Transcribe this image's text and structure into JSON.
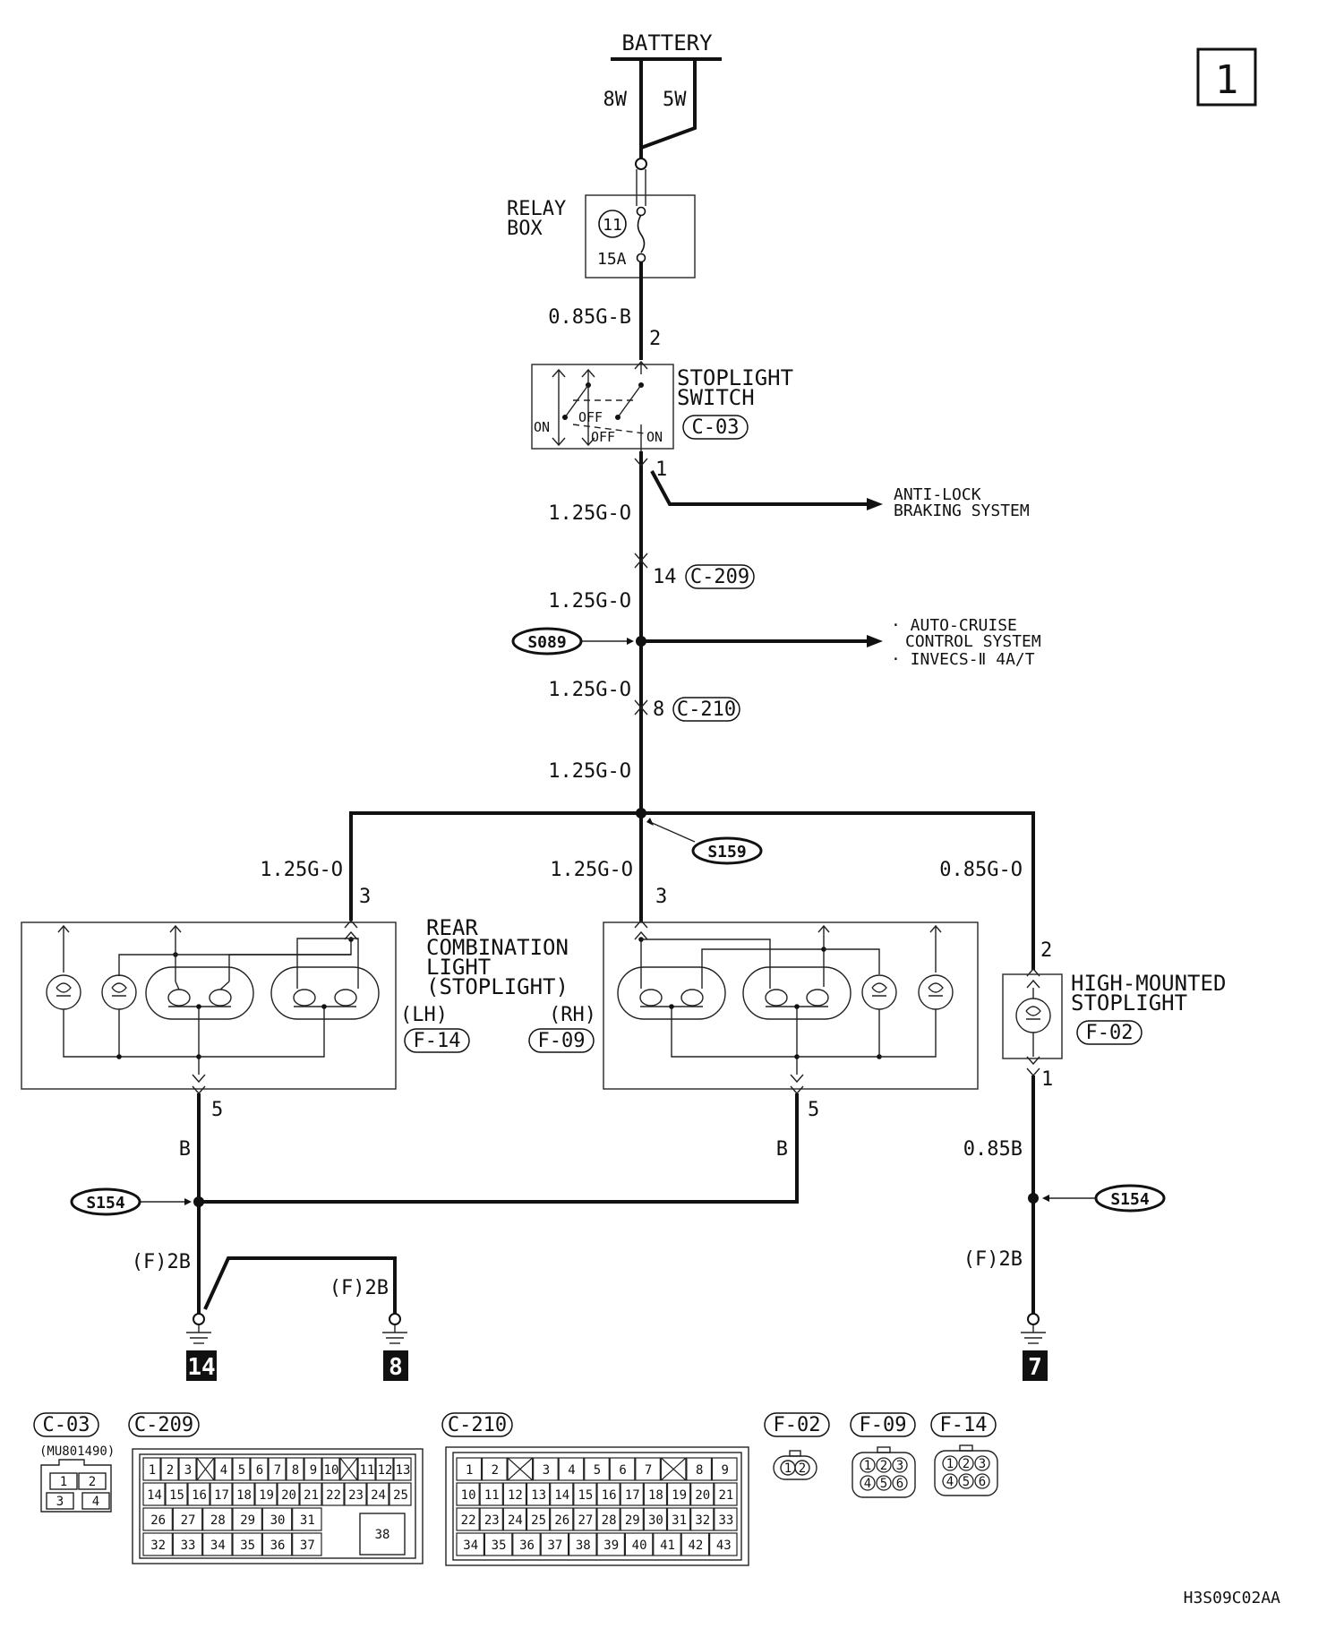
{
  "page_number": "1",
  "battery": {
    "label": "BATTERY",
    "wire_a": "8W",
    "wire_b": "5W"
  },
  "relay_box": {
    "line1": "RELAY",
    "line2": "BOX",
    "fuse_no": "11",
    "fuse_rating": "15A"
  },
  "wires": {
    "relay_out": "0.85G-B",
    "switch_out": "1.25G-O",
    "after_c209": "1.25G-O",
    "after_s089": "1.25G-O",
    "after_c210": "1.25G-O",
    "left_branch": "1.25G-O",
    "mid_branch": "1.25G-O",
    "right_branch": "0.85G-O",
    "lh_ground": "B",
    "rh_ground": "B",
    "hm_ground": "0.85B",
    "ground_a": "(F)2B",
    "ground_b": "(F)2B",
    "ground_c": "(F)2B"
  },
  "stoplight_switch": {
    "line1": "STOPLIGHT",
    "line2": "SWITCH",
    "connector": "C-03",
    "pin_in": "2",
    "pin_out": "1",
    "on_left": "ON",
    "off_upper": "OFF",
    "off_lower": "OFF",
    "on_right": "ON"
  },
  "abs": {
    "line1": "ANTI-LOCK",
    "line2": "BRAKING SYSTEM"
  },
  "c209": {
    "pin": "14",
    "connector": "C-209"
  },
  "s089": {
    "splice": "S089",
    "line1": "· AUTO-CRUISE",
    "line2": "CONTROL SYSTEM",
    "line3": "· INVECS-Ⅱ 4A/T"
  },
  "c210": {
    "pin": "8",
    "connector": "C-210"
  },
  "s159": {
    "splice": "S159"
  },
  "rear_combo": {
    "line1": "REAR",
    "line2": "COMBINATION",
    "line3": "LIGHT",
    "line4": "(STOPLIGHT)"
  },
  "lh": {
    "side": "(LH)",
    "connector": "F-14",
    "pin_in": "3",
    "pin_out": "5"
  },
  "rh": {
    "side": "(RH)",
    "connector": "F-09",
    "pin_in": "3",
    "pin_out": "5"
  },
  "high_mounted": {
    "line1": "HIGH-MOUNTED",
    "line2": "STOPLIGHT",
    "connector": "F-02",
    "pin_in": "2",
    "pin_out": "1"
  },
  "s154_left": {
    "splice": "S154"
  },
  "s154_right": {
    "splice": "S154"
  },
  "grounds": {
    "g14": "14",
    "g8": "8",
    "g7": "7"
  },
  "connectors": {
    "c03": {
      "title": "C-03",
      "part": "(MU801490)",
      "rows": [
        [
          "1",
          "2"
        ],
        [
          "3",
          "4"
        ]
      ]
    },
    "c209": {
      "title": "C-209",
      "rows": [
        [
          "1",
          "2",
          "3",
          "X",
          "4",
          "5",
          "6",
          "7",
          "8",
          "9",
          "10",
          "X",
          "11",
          "12",
          "13"
        ],
        [
          "14",
          "15",
          "16",
          "17",
          "18",
          "19",
          "20",
          "21",
          "22",
          "23",
          "24",
          "25"
        ],
        [
          "26",
          "27",
          "28",
          "29",
          "30",
          "31"
        ],
        [
          "32",
          "33",
          "34",
          "35",
          "36",
          "37"
        ]
      ],
      "big": "38"
    },
    "c210": {
      "title": "C-210",
      "rows": [
        [
          "1",
          "2",
          "X",
          "3",
          "4",
          "5",
          "6",
          "7",
          "X",
          "8",
          "9"
        ],
        [
          "10",
          "11",
          "12",
          "13",
          "14",
          "15",
          "16",
          "17",
          "18",
          "19",
          "20",
          "21"
        ],
        [
          "22",
          "23",
          "24",
          "25",
          "26",
          "27",
          "28",
          "29",
          "30",
          "31",
          "32",
          "33"
        ],
        [
          "34",
          "35",
          "36",
          "37",
          "38",
          "39",
          "40",
          "41",
          "42",
          "43"
        ]
      ]
    },
    "f02": {
      "title": "F-02",
      "pins": [
        "1",
        "2"
      ]
    },
    "f09": {
      "title": "F-09",
      "pins": [
        "1",
        "2",
        "3",
        "4",
        "5",
        "6"
      ]
    },
    "f14": {
      "title": "F-14",
      "pins": [
        "1",
        "2",
        "3",
        "4",
        "5",
        "6"
      ]
    }
  },
  "diagram_code": "H3S09C02AA"
}
